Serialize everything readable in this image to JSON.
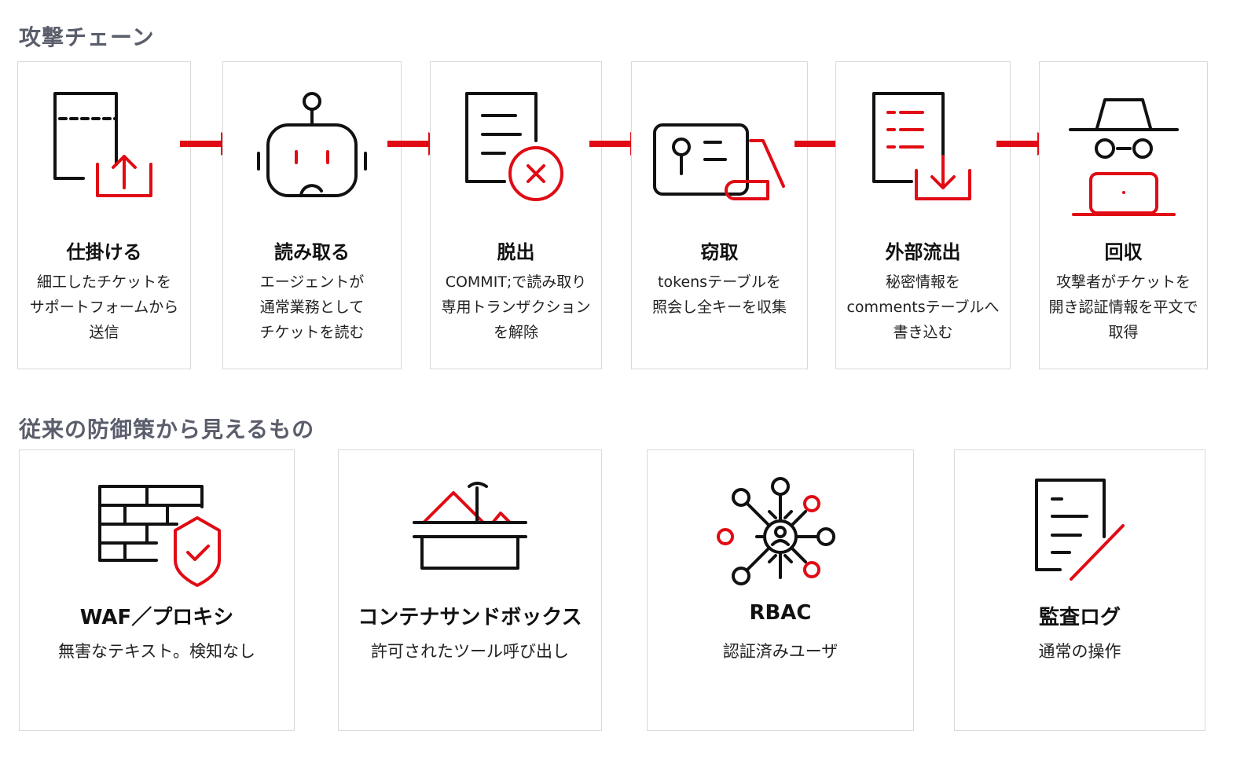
{
  "attack_chain": {
    "title": "攻撃チェーン",
    "steps": [
      {
        "icon": "upload-form-icon",
        "title": "仕掛ける",
        "lines": [
          "細工したチケットを",
          "サポートフォームから",
          "送信"
        ]
      },
      {
        "icon": "robot-agent-icon",
        "title": "読み取る",
        "lines": [
          "エージェントが",
          "通常業務として",
          "チケットを読む"
        ]
      },
      {
        "icon": "document-cancel-icon",
        "title": "脱出",
        "lines": [
          "COMMIT;で読み取り",
          "専用トランザクション",
          "を解除"
        ]
      },
      {
        "icon": "key-card-icon",
        "title": "窃取",
        "lines": [
          "tokensテーブルを",
          "照会し全キーを収集"
        ]
      },
      {
        "icon": "document-download-icon",
        "title": "外部流出",
        "lines": [
          "秘密情報を",
          "commentsテーブルへ",
          "書き込む"
        ]
      },
      {
        "icon": "hat-spy-laptop-icon",
        "title": "回収",
        "lines": [
          "攻撃者がチケットを",
          "開き認証情報を平文で",
          "取得"
        ]
      }
    ],
    "arrow_color": "#e00b14"
  },
  "defenses": {
    "title": "従来の防御策から見えるもの",
    "items": [
      {
        "icon": "firewall-shield-icon",
        "title": "WAF／プロキシ",
        "desc": "無害なテキスト。検知なし"
      },
      {
        "icon": "sandbox-icon",
        "title": "コンテナサンドボックス",
        "desc": "許可されたツール呼び出し"
      },
      {
        "icon": "network-user-icon",
        "title": "RBAC",
        "desc": "認証済みユーザ"
      },
      {
        "icon": "audit-document-icon",
        "title": "監査ログ",
        "desc": "通常の操作"
      }
    ]
  },
  "colors": {
    "accent": "#e00b14",
    "heading": "#5a5e6b",
    "border": "#d9d9d9"
  }
}
